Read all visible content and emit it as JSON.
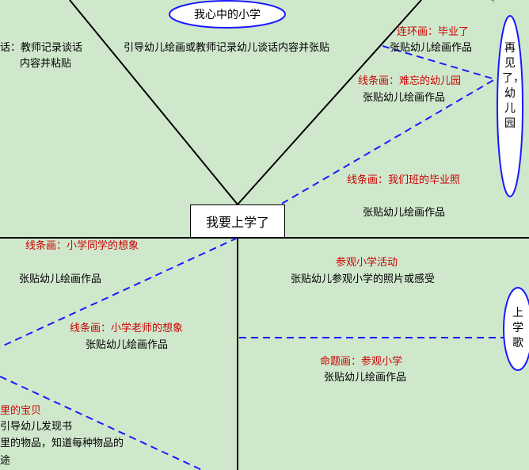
{
  "center_title": "我要上学了",
  "top_ellipse": "我心中的小学",
  "right_ellipse_top": "再见了，幼儿园",
  "right_ellipse_bottom": "上学歌",
  "top_left": {
    "line1": "话：教师记录谈话",
    "line2": "内容并粘贴"
  },
  "top_middle": "引导幼儿绘画或教师记录幼儿谈话内容并张贴",
  "right_top": {
    "item1_title": "连环画：毕业了",
    "item1_desc": "张贴幼儿绘画作品",
    "item2_title": "线条画：难忘的幼儿园",
    "item2_desc": "张贴幼儿绘画作品",
    "item3_title": "线条画：我们班的毕业照",
    "item3_desc": "张贴幼儿绘画作品"
  },
  "left_bottom": {
    "item1_title": "线条画：小学同学的想象",
    "item1_desc": "张贴幼儿绘画作品",
    "item2_title": "线条画：小学老师的想象",
    "item2_desc": "张贴幼儿绘画作品",
    "item3_title": "里的宝贝",
    "item3_line1": "引导幼儿发现书",
    "item3_line2": "里的物品，知道每种物品的",
    "item3_line3": "途"
  },
  "right_bottom": {
    "item1_title": "参观小学活动",
    "item1_desc": "张贴幼儿参观小学的照片或感受",
    "item2_title": "命题画：参观小学",
    "item2_desc": "张贴幼儿绘画作品"
  },
  "colors": {
    "background": "#cfe8cc",
    "line": "#000000",
    "dashed": "#1a1aff",
    "title_red": "#cc0000",
    "ellipse_border": "#1a1aff"
  }
}
